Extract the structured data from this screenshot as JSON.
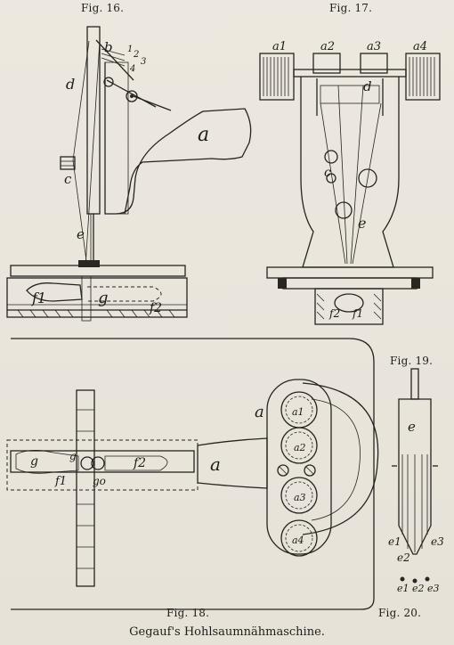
{
  "figures": {
    "fig16": "Fig. 16.",
    "fig17": "Fig. 17.",
    "fig18": "Fig. 18.",
    "fig19": "Fig. 19.",
    "fig20": "Fig. 20."
  },
  "caption": "Gegauf's Hohlsaumnähmaschine.",
  "letters": {
    "fig16": {
      "b": "b",
      "d": "d",
      "a": "a",
      "c": "c",
      "e": "e",
      "f1": "f1",
      "g": "g",
      "f2": "f2",
      "n1": "1",
      "n2": "2",
      "n3": "3",
      "n4": "4"
    },
    "fig17": {
      "a1": "a1",
      "a2": "a2",
      "a3": "a3",
      "a4": "a4",
      "d": "d",
      "c": "c",
      "e": "e",
      "f1": "f1",
      "f2": "f2"
    },
    "fig18": {
      "a": "a",
      "a_arm": "a",
      "a1": "a1",
      "a2": "a2",
      "a3": "a3",
      "a4": "a4",
      "g": "g",
      "g2": "g",
      "f1": "f1",
      "f2": "f2",
      "go": "go"
    },
    "fig19": {
      "e": "e",
      "e1": "e1",
      "e2": "e2",
      "e3": "e3"
    },
    "fig20": {
      "e123": "e1 e2 e3"
    }
  }
}
